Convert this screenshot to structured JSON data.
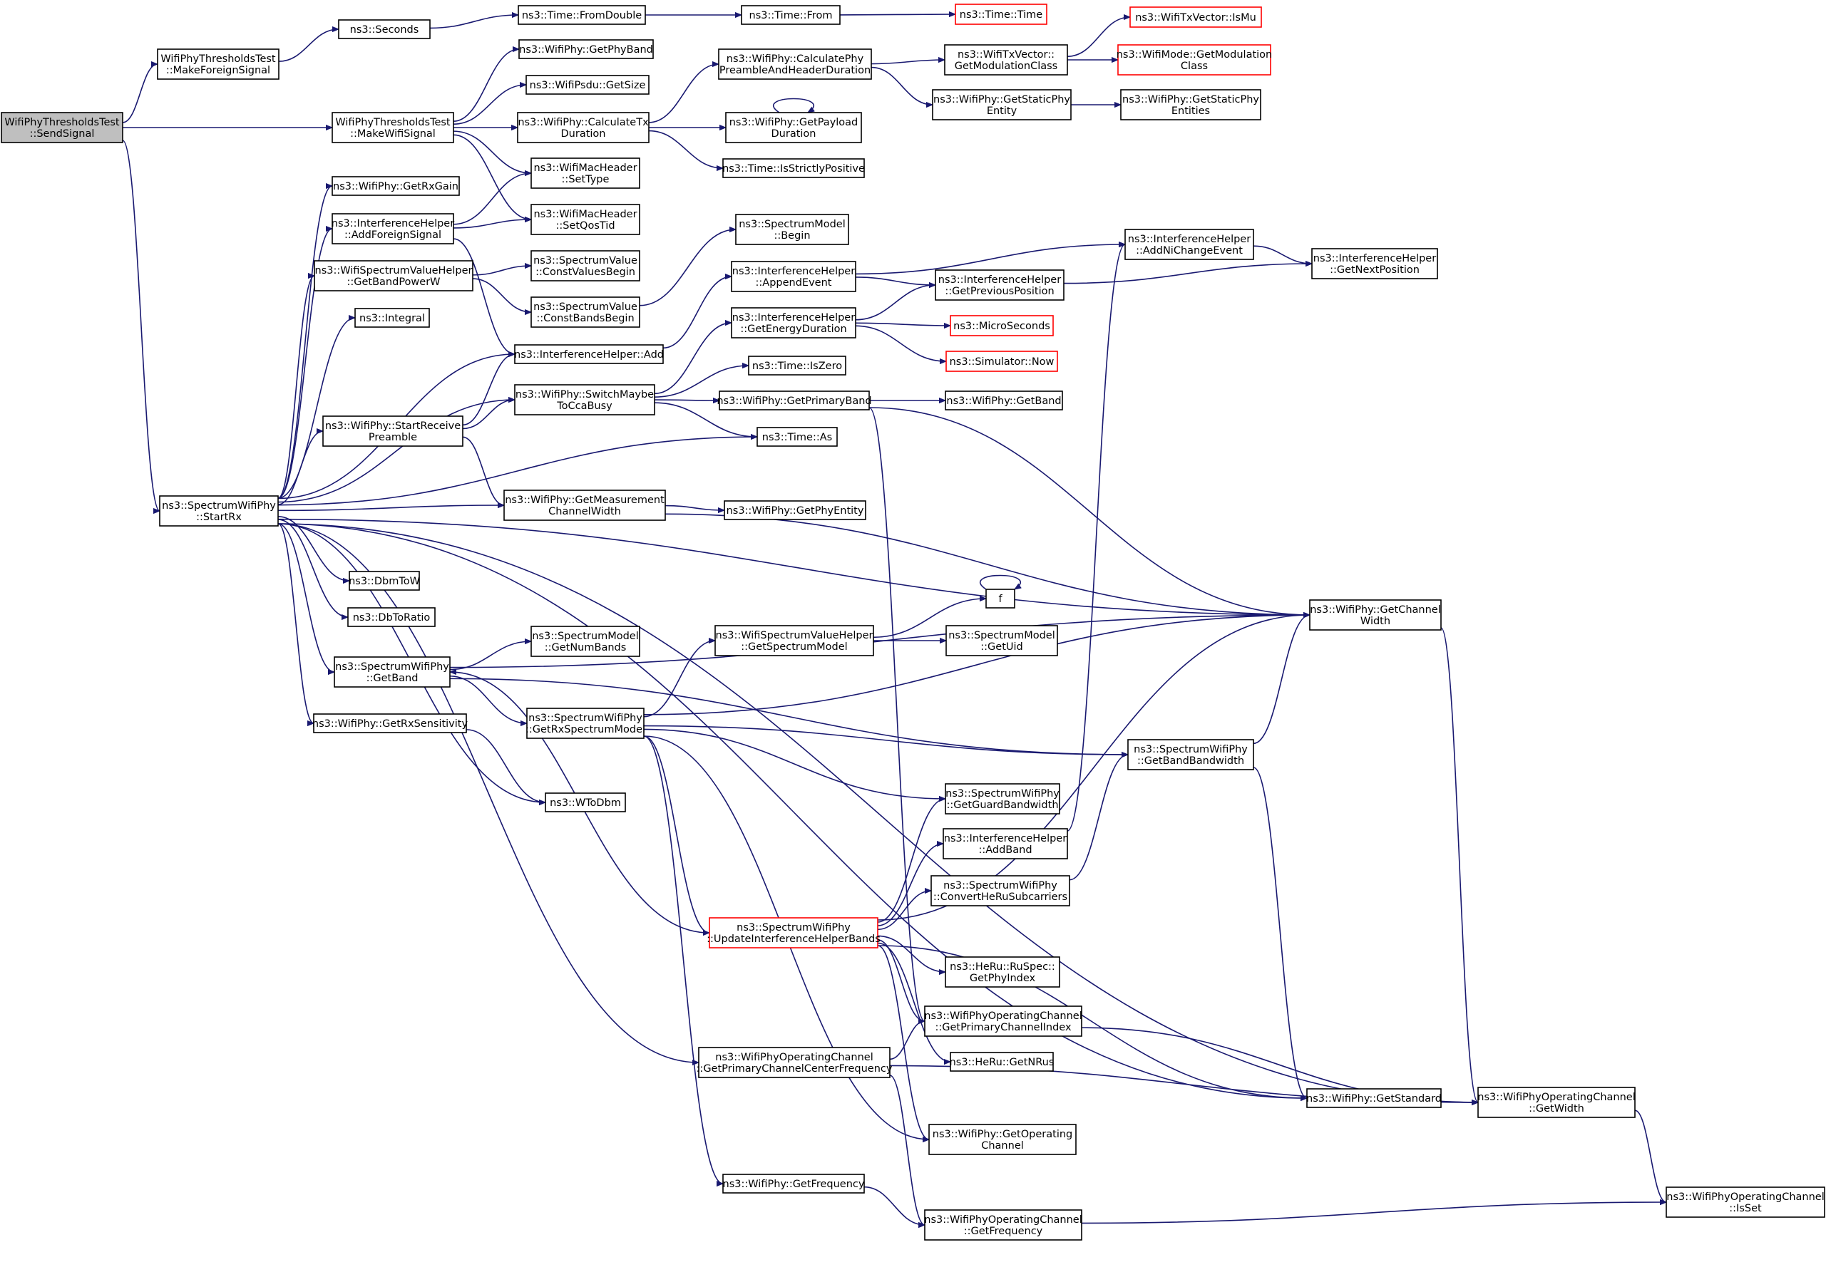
{
  "nodes": [
    {
      "id": "SendSignal",
      "lines": [
        "WifiPhyThresholdsTest",
        "::SendSignal"
      ],
      "root": true
    },
    {
      "id": "MakeForeignSignal",
      "lines": [
        "WifiPhyThresholdsTest",
        "::MakeForeignSignal"
      ]
    },
    {
      "id": "Seconds",
      "lines": [
        "ns3::Seconds"
      ]
    },
    {
      "id": "FromDouble",
      "lines": [
        "ns3::Time::FromDouble"
      ]
    },
    {
      "id": "TimeFrom",
      "lines": [
        "ns3::Time::From"
      ]
    },
    {
      "id": "TimeTime",
      "lines": [
        "ns3::Time::Time"
      ],
      "truncated": true
    },
    {
      "id": "IsMu",
      "lines": [
        "ns3::WifiTxVector::IsMu"
      ],
      "truncated": true
    },
    {
      "id": "ModeGetModClass",
      "lines": [
        "ns3::WifiMode::GetModulation",
        "Class"
      ],
      "truncated": true
    },
    {
      "id": "GetPhyBand",
      "lines": [
        "ns3::WifiPhy::GetPhyBand"
      ]
    },
    {
      "id": "CalcPreamble",
      "lines": [
        "ns3::WifiPhy::CalculatePhy",
        "PreambleAndHeaderDuration"
      ]
    },
    {
      "id": "TxVecGetModClass",
      "lines": [
        "ns3::WifiTxVector::",
        "GetModulationClass"
      ]
    },
    {
      "id": "PsduGetSize",
      "lines": [
        "ns3::WifiPsdu::GetSize"
      ]
    },
    {
      "id": "MakeWifiSignal",
      "lines": [
        "WifiPhyThresholdsTest",
        "::MakeWifiSignal"
      ]
    },
    {
      "id": "CalcTxDuration",
      "lines": [
        "ns3::WifiPhy::CalculateTx",
        "Duration"
      ]
    },
    {
      "id": "GetPayloadDuration",
      "lines": [
        "ns3::WifiPhy::GetPayload",
        "Duration"
      ]
    },
    {
      "id": "GetStaticPhyEntity",
      "lines": [
        "ns3::WifiPhy::GetStaticPhy",
        "Entity"
      ]
    },
    {
      "id": "GetStaticPhyEntities",
      "lines": [
        "ns3::WifiPhy::GetStaticPhy",
        "Entities"
      ]
    },
    {
      "id": "IsStrictlyPositive",
      "lines": [
        "ns3::Time::IsStrictlyPositive"
      ]
    },
    {
      "id": "GetRxGain",
      "lines": [
        "ns3::WifiPhy::GetRxGain"
      ]
    },
    {
      "id": "SetType",
      "lines": [
        "ns3::WifiMacHeader",
        "::SetType"
      ]
    },
    {
      "id": "AddForeignSignal",
      "lines": [
        "ns3::InterferenceHelper",
        "::AddForeignSignal"
      ]
    },
    {
      "id": "SetQosTid",
      "lines": [
        "ns3::WifiMacHeader",
        "::SetQosTid"
      ]
    },
    {
      "id": "SMBegin",
      "lines": [
        "ns3::SpectrumModel",
        "::Begin"
      ]
    },
    {
      "id": "AddNiChangeEvent",
      "lines": [
        "ns3::InterferenceHelper",
        "::AddNiChangeEvent"
      ]
    },
    {
      "id": "GetNextPosition",
      "lines": [
        "ns3::InterferenceHelper",
        "::GetNextPosition"
      ]
    },
    {
      "id": "ConstValuesBegin",
      "lines": [
        "ns3::SpectrumValue",
        "::ConstValuesBegin"
      ]
    },
    {
      "id": "GetBandPowerW",
      "lines": [
        "ns3::WifiSpectrumValueHelper",
        "::GetBandPowerW"
      ]
    },
    {
      "id": "AppendEvent",
      "lines": [
        "ns3::InterferenceHelper",
        "::AppendEvent"
      ]
    },
    {
      "id": "GetPreviousPosition",
      "lines": [
        "ns3::InterferenceHelper",
        "::GetPreviousPosition"
      ]
    },
    {
      "id": "ConstBandsBegin",
      "lines": [
        "ns3::SpectrumValue",
        "::ConstBandsBegin"
      ]
    },
    {
      "id": "Integral",
      "lines": [
        "ns3::Integral"
      ]
    },
    {
      "id": "GetEnergyDuration",
      "lines": [
        "ns3::InterferenceHelper",
        "::GetEnergyDuration"
      ]
    },
    {
      "id": "MicroSeconds",
      "lines": [
        "ns3::MicroSeconds"
      ],
      "truncated": true
    },
    {
      "id": "IHAdd",
      "lines": [
        "ns3::InterferenceHelper::Add"
      ]
    },
    {
      "id": "SimNow",
      "lines": [
        "ns3::Simulator::Now"
      ],
      "truncated": true
    },
    {
      "id": "IsZero",
      "lines": [
        "ns3::Time::IsZero"
      ]
    },
    {
      "id": "SwitchMaybeToCcaBusy",
      "lines": [
        "ns3::WifiPhy::SwitchMaybe",
        "ToCcaBusy"
      ]
    },
    {
      "id": "GetPrimaryBand",
      "lines": [
        "ns3::WifiPhy::GetPrimaryBand"
      ]
    },
    {
      "id": "WifiGetBand",
      "lines": [
        "ns3::WifiPhy::GetBand"
      ]
    },
    {
      "id": "StartReceivePreamble",
      "lines": [
        "ns3::WifiPhy::StartReceive",
        "Preamble"
      ]
    },
    {
      "id": "TimeAs",
      "lines": [
        "ns3::Time::As"
      ]
    },
    {
      "id": "StartRx",
      "lines": [
        "ns3::SpectrumWifiPhy",
        "::StartRx"
      ]
    },
    {
      "id": "GetMeasurementChannelWidth",
      "lines": [
        "ns3::WifiPhy::GetMeasurement",
        "ChannelWidth"
      ]
    },
    {
      "id": "GetPhyEntity",
      "lines": [
        "ns3::WifiPhy::GetPhyEntity"
      ]
    },
    {
      "id": "DbmToW",
      "lines": [
        "ns3::DbmToW"
      ]
    },
    {
      "id": "f",
      "lines": [
        "f"
      ]
    },
    {
      "id": "DbToRatio",
      "lines": [
        "ns3::DbToRatio"
      ]
    },
    {
      "id": "GetChannelWidth",
      "lines": [
        "ns3::WifiPhy::GetChannel",
        "Width"
      ]
    },
    {
      "id": "GetNumBands",
      "lines": [
        "ns3::SpectrumModel",
        "::GetNumBands"
      ]
    },
    {
      "id": "GetSpectrumModel",
      "lines": [
        "ns3::WifiSpectrumValueHelper",
        "::GetSpectrumModel"
      ]
    },
    {
      "id": "GetUid",
      "lines": [
        "ns3::SpectrumModel",
        "::GetUid"
      ]
    },
    {
      "id": "SWPGetBand",
      "lines": [
        "ns3::SpectrumWifiPhy",
        "::GetBand"
      ]
    },
    {
      "id": "GetRxSpectrumModel",
      "lines": [
        "ns3::SpectrumWifiPhy",
        "::GetRxSpectrumModel"
      ]
    },
    {
      "id": "GetRxSensitivity",
      "lines": [
        "ns3::WifiPhy::GetRxSensitivity"
      ]
    },
    {
      "id": "GetBandBandwidth",
      "lines": [
        "ns3::SpectrumWifiPhy",
        "::GetBandBandwidth"
      ]
    },
    {
      "id": "WToDbm",
      "lines": [
        "ns3::WToDbm"
      ]
    },
    {
      "id": "GetGuardBandwidth",
      "lines": [
        "ns3::SpectrumWifiPhy",
        "::GetGuardBandwidth"
      ]
    },
    {
      "id": "IHAddBand",
      "lines": [
        "ns3::InterferenceHelper",
        "::AddBand"
      ]
    },
    {
      "id": "ConvertHeRuSubcarriers",
      "lines": [
        "ns3::SpectrumWifiPhy",
        "::ConvertHeRuSubcarriers"
      ]
    },
    {
      "id": "UpdateIHBands",
      "lines": [
        "ns3::SpectrumWifiPhy",
        "::UpdateInterferenceHelperBands"
      ],
      "truncated": true
    },
    {
      "id": "GetPhyIndex",
      "lines": [
        "ns3::HeRu::RuSpec::",
        "GetPhyIndex"
      ]
    },
    {
      "id": "GetPrimaryChannelIndex",
      "lines": [
        "ns3::WifiPhyOperatingChannel",
        "::GetPrimaryChannelIndex"
      ]
    },
    {
      "id": "GetPrimaryChannelCenterFrequency",
      "lines": [
        "ns3::WifiPhyOperatingChannel",
        "::GetPrimaryChannelCenterFrequency"
      ]
    },
    {
      "id": "GetNRus",
      "lines": [
        "ns3::HeRu::GetNRus"
      ]
    },
    {
      "id": "GetStandard",
      "lines": [
        "ns3::WifiPhy::GetStandard"
      ]
    },
    {
      "id": "OCGetWidth",
      "lines": [
        "ns3::WifiPhyOperatingChannel",
        "::GetWidth"
      ]
    },
    {
      "id": "GetOperatingChannel",
      "lines": [
        "ns3::WifiPhy::GetOperating",
        "Channel"
      ]
    },
    {
      "id": "WifiGetFrequency",
      "lines": [
        "ns3::WifiPhy::GetFrequency"
      ]
    },
    {
      "id": "OCIsSet",
      "lines": [
        "ns3::WifiPhyOperatingChannel",
        "::IsSet"
      ]
    },
    {
      "id": "OCGetFrequency",
      "lines": [
        "ns3::WifiPhyOperatingChannel",
        "::GetFrequency"
      ]
    }
  ],
  "edges": [
    [
      "SendSignal",
      "MakeForeignSignal"
    ],
    [
      "SendSignal",
      "MakeWifiSignal"
    ],
    [
      "SendSignal",
      "StartRx"
    ],
    [
      "MakeForeignSignal",
      "Seconds"
    ],
    [
      "Seconds",
      "FromDouble"
    ],
    [
      "FromDouble",
      "TimeFrom"
    ],
    [
      "TimeFrom",
      "TimeTime"
    ],
    [
      "MakeWifiSignal",
      "GetPhyBand"
    ],
    [
      "MakeWifiSignal",
      "PsduGetSize"
    ],
    [
      "MakeWifiSignal",
      "CalcTxDuration"
    ],
    [
      "MakeWifiSignal",
      "SetType"
    ],
    [
      "MakeWifiSignal",
      "SetQosTid"
    ],
    [
      "CalcTxDuration",
      "CalcPreamble"
    ],
    [
      "CalcTxDuration",
      "GetPayloadDuration"
    ],
    [
      "CalcTxDuration",
      "IsStrictlyPositive"
    ],
    [
      "GetPayloadDuration",
      "GetPayloadDuration"
    ],
    [
      "CalcPreamble",
      "TxVecGetModClass"
    ],
    [
      "CalcPreamble",
      "GetStaticPhyEntity"
    ],
    [
      "TxVecGetModClass",
      "IsMu"
    ],
    [
      "TxVecGetModClass",
      "ModeGetModClass"
    ],
    [
      "GetStaticPhyEntity",
      "GetStaticPhyEntities"
    ],
    [
      "StartRx",
      "GetRxGain"
    ],
    [
      "StartRx",
      "AddForeignSignal"
    ],
    [
      "StartRx",
      "GetBandPowerW"
    ],
    [
      "StartRx",
      "Integral"
    ],
    [
      "StartRx",
      "IHAdd"
    ],
    [
      "StartRx",
      "SwitchMaybeToCcaBusy"
    ],
    [
      "StartRx",
      "StartReceivePreamble"
    ],
    [
      "StartRx",
      "TimeAs"
    ],
    [
      "StartRx",
      "GetMeasurementChannelWidth"
    ],
    [
      "StartRx",
      "GetChannelWidth"
    ],
    [
      "StartRx",
      "DbmToW"
    ],
    [
      "StartRx",
      "DbToRatio"
    ],
    [
      "StartRx",
      "SWPGetBand"
    ],
    [
      "StartRx",
      "GetRxSensitivity"
    ],
    [
      "StartRx",
      "WToDbm"
    ],
    [
      "StartRx",
      "GetPrimaryChannelCenterFrequency"
    ],
    [
      "StartRx",
      "GetStandard"
    ],
    [
      "StartRx",
      "OCGetWidth"
    ],
    [
      "AddForeignSignal",
      "SetType"
    ],
    [
      "AddForeignSignal",
      "SetQosTid"
    ],
    [
      "AddForeignSignal",
      "IHAdd"
    ],
    [
      "GetBandPowerW",
      "ConstValuesBegin"
    ],
    [
      "GetBandPowerW",
      "ConstBandsBegin"
    ],
    [
      "ConstBandsBegin",
      "SMBegin"
    ],
    [
      "IHAdd",
      "AppendEvent"
    ],
    [
      "AppendEvent",
      "AddNiChangeEvent"
    ],
    [
      "AppendEvent",
      "GetPreviousPosition"
    ],
    [
      "AddNiChangeEvent",
      "GetNextPosition"
    ],
    [
      "GetPreviousPosition",
      "GetNextPosition"
    ],
    [
      "SwitchMaybeToCcaBusy",
      "GetEnergyDuration"
    ],
    [
      "SwitchMaybeToCcaBusy",
      "IsZero"
    ],
    [
      "SwitchMaybeToCcaBusy",
      "GetPrimaryBand"
    ],
    [
      "SwitchMaybeToCcaBusy",
      "TimeAs"
    ],
    [
      "GetEnergyDuration",
      "GetPreviousPosition"
    ],
    [
      "GetEnergyDuration",
      "MicroSeconds"
    ],
    [
      "GetEnergyDuration",
      "SimNow"
    ],
    [
      "GetPrimaryBand",
      "WifiGetBand"
    ],
    [
      "GetPrimaryBand",
      "GetChannelWidth"
    ],
    [
      "GetPrimaryBand",
      "GetPrimaryChannelIndex"
    ],
    [
      "StartReceivePreamble",
      "IHAdd"
    ],
    [
      "StartReceivePreamble",
      "SwitchMaybeToCcaBusy"
    ],
    [
      "StartReceivePreamble",
      "GetMeasurementChannelWidth"
    ],
    [
      "GetMeasurementChannelWidth",
      "GetPhyEntity"
    ],
    [
      "GetMeasurementChannelWidth",
      "GetChannelWidth"
    ],
    [
      "SWPGetBand",
      "GetNumBands"
    ],
    [
      "SWPGetBand",
      "GetRxSpectrumModel"
    ],
    [
      "SWPGetBand",
      "GetChannelWidth"
    ],
    [
      "SWPGetBand",
      "GetBandBandwidth"
    ],
    [
      "GetRxSensitivity",
      "WToDbm"
    ],
    [
      "GetRxSpectrumModel",
      "GetSpectrumModel"
    ],
    [
      "GetRxSpectrumModel",
      "GetChannelWidth"
    ],
    [
      "GetRxSpectrumModel",
      "GetBandBandwidth"
    ],
    [
      "GetRxSpectrumModel",
      "GetGuardBandwidth"
    ],
    [
      "GetRxSpectrumModel",
      "UpdateIHBands"
    ],
    [
      "GetRxSpectrumModel",
      "WifiGetFrequency"
    ],
    [
      "GetRxSpectrumModel",
      "GetOperatingChannel"
    ],
    [
      "GetSpectrumModel",
      "f"
    ],
    [
      "GetSpectrumModel",
      "GetUid"
    ],
    [
      "f",
      "f"
    ],
    [
      "GetBandBandwidth",
      "GetChannelWidth"
    ],
    [
      "GetBandBandwidth",
      "GetStandard"
    ],
    [
      "UpdateIHBands",
      "SWPGetBand"
    ],
    [
      "UpdateIHBands",
      "GetGuardBandwidth"
    ],
    [
      "UpdateIHBands",
      "IHAddBand"
    ],
    [
      "UpdateIHBands",
      "ConvertHeRuSubcarriers"
    ],
    [
      "UpdateIHBands",
      "GetChannelWidth"
    ],
    [
      "UpdateIHBands",
      "GetPhyIndex"
    ],
    [
      "UpdateIHBands",
      "GetPrimaryChannelIndex"
    ],
    [
      "UpdateIHBands",
      "GetNRus"
    ],
    [
      "UpdateIHBands",
      "GetOperatingChannel"
    ],
    [
      "UpdateIHBands",
      "GetStandard"
    ],
    [
      "IHAddBand",
      "AddNiChangeEvent"
    ],
    [
      "ConvertHeRuSubcarriers",
      "GetBandBandwidth"
    ],
    [
      "GetChannelWidth",
      "OCGetWidth"
    ],
    [
      "GetPrimaryChannelIndex",
      "OCGetWidth"
    ],
    [
      "GetPrimaryChannelCenterFrequency",
      "GetPrimaryChannelIndex"
    ],
    [
      "GetPrimaryChannelCenterFrequency",
      "OCGetWidth"
    ],
    [
      "GetPrimaryChannelCenterFrequency",
      "OCGetFrequency"
    ],
    [
      "WifiGetFrequency",
      "OCGetFrequency"
    ],
    [
      "OCGetWidth",
      "OCIsSet"
    ],
    [
      "OCGetFrequency",
      "OCIsSet"
    ]
  ]
}
